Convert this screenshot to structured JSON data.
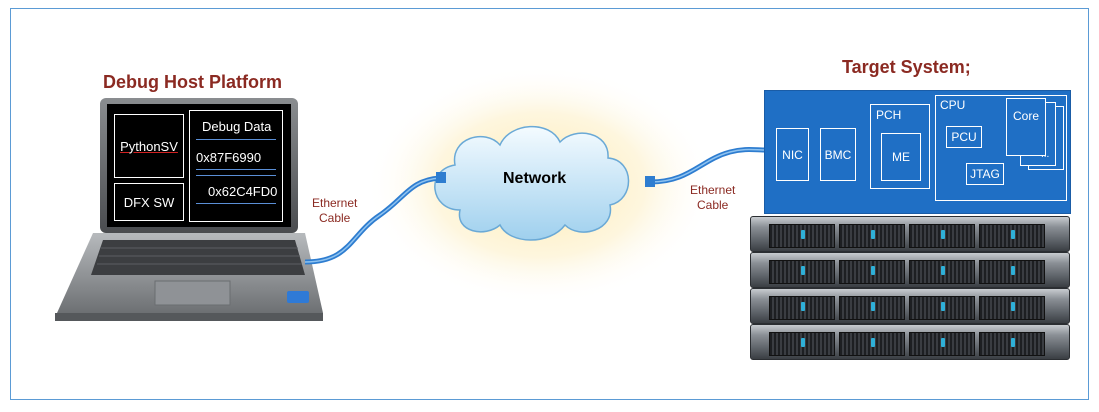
{
  "host": {
    "title": "Debug Host Platform",
    "python_label": "PythonSV",
    "dfx_label": "DFX SW",
    "debug_title": "Debug Data",
    "debug_value_1": "0x87F6990",
    "debug_value_2": "0x62C4FD0"
  },
  "network": {
    "label": "Network"
  },
  "cables": {
    "left": {
      "line1": "Ethernet",
      "line2": "Cable"
    },
    "right": {
      "line1": "Ethernet",
      "line2": "Cable"
    }
  },
  "target": {
    "title": "Target System;",
    "nic": "NIC",
    "bmc": "BMC",
    "pch": "PCH",
    "me": "ME",
    "cpu": "CPU",
    "pcu": "PCU",
    "jtag": "JTAG",
    "core": "Core",
    "more": "..."
  },
  "colors": {
    "title": "#8b2a22",
    "target_panel": "#1f6fc5",
    "cable": "#2e7dd0"
  }
}
